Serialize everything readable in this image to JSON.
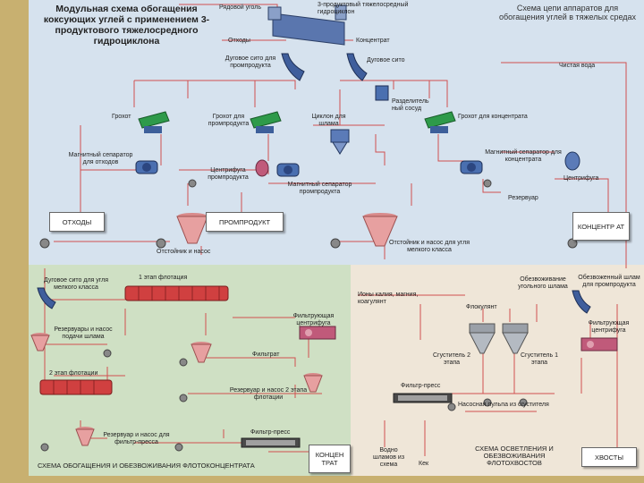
{
  "titles": {
    "main": "Модульная схема обогащения коксующих углей с применением 3-продуктового тяжелосредного гидроциклона",
    "right": "Схема цепи аппаратов для обогащения углей в тяжелых средах",
    "bottom_left": "СХЕМА ОБОГАЩЕНИЯ И ОБЕЗВОЖИВАНИЯ ФЛОТОКОНЦЕНТРАТА",
    "bottom_right": "СХЕМА ОСВЕТЛЕНИЯ И ОБЕЗВОЖИВАНИЯ ФЛОТОХВОСТОВ"
  },
  "top_labels": {
    "raw_coal": "Рядовой уголь",
    "hydrocyclone": "3-продуктовый тяжелосредный гидроциклон",
    "waste": "Отходы",
    "concentrate": "Концентрат",
    "arc_sieve_middling": "Дуговое сито для промпродукта",
    "arc_sieve": "Дуговое сито",
    "clean_water": "Чистая вода",
    "separator_vessel": "Разделитель ный сосуд",
    "screen": "Грохот",
    "screen_middling": "Грохот для промпродукта",
    "cyclone_slurry": "Циклон для шлама",
    "screen_concentrate": "Грохот для концентрата",
    "mag_sep_waste": "Магнитный сепаратор для отходов",
    "centrifuge_middling": "Центрифуга промпродукта",
    "mag_sep_middling": "Магнитный сепаратор промпродукта",
    "mag_sep_concentrate": "Магнитный сепаратор для концентрата",
    "centrifuge": "Центрифуга",
    "reservoir": "Резервуар",
    "settler_pump": "Отстойник и насос",
    "settler_pump_fine": "Отстойник и насос для угля мелкого класса"
  },
  "boxes": {
    "waste": "ОТХОДЫ",
    "middling": "ПРОМПРОДУКТ",
    "concentrate": "КОНЦЕНТР АТ",
    "concentrate2": "КОНЦЕН ТРАТ",
    "tailings": "ХВОСТЫ"
  },
  "bottom_left_labels": {
    "arc_sieve_fine": "Дуговое сито для угля мелкого класса",
    "flotation1": "1 этап флотация",
    "reservoir_pump_slurry": "Резервуары и насос подачи шлама",
    "filter_centrifuge": "Фильтрующая центрифуга",
    "filtrate": "Фильтрат",
    "flotation2": "2 этап флотации",
    "reservoir_pump_2": "Резервуар и насос 2 этапа флотации",
    "reservoir_pump_filter": "Резервуар и насос для фильтр-пресса",
    "filter_press": "Фильтр-пресс"
  },
  "bottom_right_labels": {
    "ions": "Ионы калия, магния, коагулянт",
    "dewatering_slurry": "Обезвоживание угольного шлама",
    "dewatered_slurry": "Обезвоженный шлам для промпродукта",
    "flocculant": "Флокулянт",
    "thickener2": "Сгуститель 2 этапа",
    "thickener1": "Сгуститель 1 этапа",
    "filter_centrifuge": "Фильтрующая центрифуга",
    "filter_press": "Фильтр-пресс",
    "pump_pulp": "Насосная пульпа из сгустителя",
    "water_scheme": "Водно шламов из схема",
    "cake": "Кек"
  },
  "colors": {
    "frame": "#c8b070",
    "top_zone": "#d6e2ee",
    "bottom_left_zone": "#cfe0c4",
    "bottom_right_zone": "#efe6d8",
    "flow_line": "#d05050",
    "equipment_blue": "#4a6fb0",
    "equipment_green": "#2e9a4a",
    "hopper_pink": "#e7a0a0",
    "flotation_red": "#d04040"
  }
}
